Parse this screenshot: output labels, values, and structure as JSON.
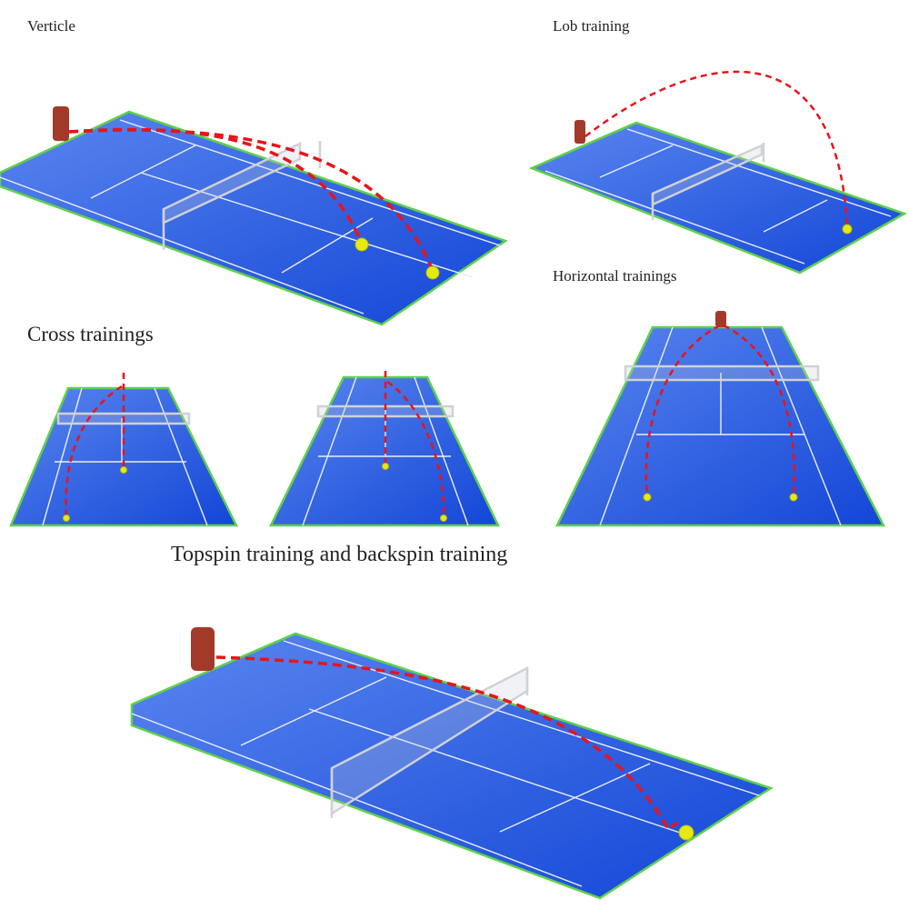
{
  "labels": {
    "vertical": "Verticle",
    "lob": "Lob training",
    "horizontal": "Horizontal trainings",
    "cross": "Cross trainings",
    "spin": "Topspin training and backspin training"
  },
  "colors": {
    "court": "#2f5fe0",
    "border": "#5fd04a",
    "trajectory": "#e8141a",
    "ball": "#e6ea10"
  }
}
